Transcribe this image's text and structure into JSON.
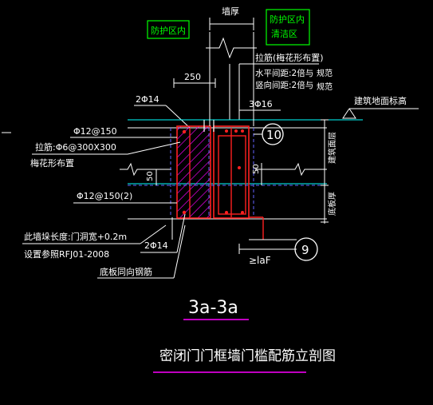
{
  "labels": {
    "wall_thickness": "墙厚",
    "protected_zone": "防护区内",
    "clean_zone_line1": "防护区内",
    "clean_zone_line2": "清洁区",
    "tie_bar_title": "拉筋(梅花形布置)",
    "tie_h": "水平间距:2倍与",
    "tie_v": "竖向间距:2倍与",
    "note_a": "规范",
    "note_b": "规范",
    "dim_250": "250",
    "bar_2phi14_top": "2Φ14",
    "bar_3phi16": "3Φ16",
    "building_ground": "建筑地面标高",
    "bar_phi12_150": "Φ12@150",
    "tie_phi6": "拉筋:Φ6@300X300",
    "plum_layout": "梅花形布置",
    "dim_50_left": "50",
    "dim_50_right": "50",
    "bar_phi12_150_2": "Φ12@150(2)",
    "threshold_length": "此墙垛长度:门洞宽+0.2m",
    "ref_std": "设置参照RFJ01-2008",
    "bar_2phi14_bottom": "2Φ14",
    "bottom_rebar": "底板同向钢筋",
    "lap_length": "≥laF",
    "vlabel_top": "建筑面层",
    "vlabel_bottom": "底板厚",
    "circle_10": "10",
    "circle_9": "9",
    "section_label": "3a-3a",
    "title": "密闭门门框墙门槛配筋立剖图"
  },
  "colors": {
    "background": "#000000",
    "line_white": "#ffffff",
    "line_green": "#00ff00",
    "line_cyan": "#00ffff",
    "rebar_red": "#ff2020",
    "hatch_magenta": "#ff00ff",
    "section_magenta": "#ff00ff",
    "dashed_blue": "#6464ff"
  }
}
